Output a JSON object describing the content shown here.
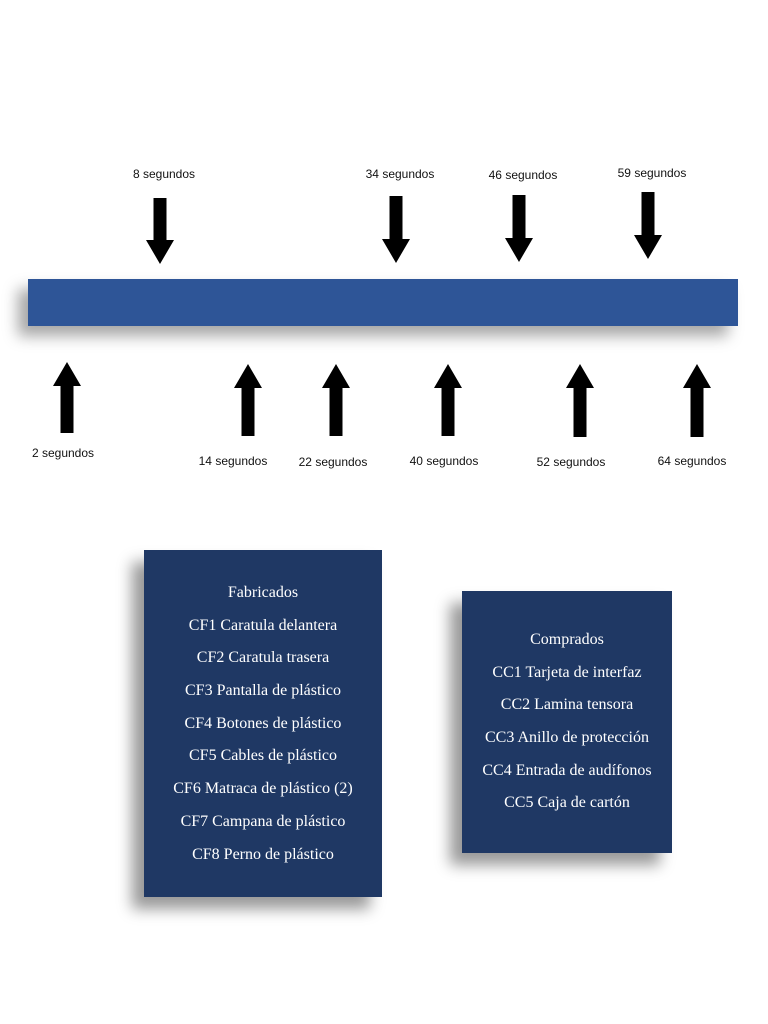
{
  "timeline": {
    "bar_color": "#2e5597",
    "arrows_down": [
      {
        "label": "8 segundos"
      },
      {
        "label": "34 segundos"
      },
      {
        "label": "46 segundos"
      },
      {
        "label": "59 segundos"
      }
    ],
    "arrows_up": [
      {
        "label": "2 segundos"
      },
      {
        "label": "14 segundos"
      },
      {
        "label": "22 segundos"
      },
      {
        "label": "40 segundos"
      },
      {
        "label": "52 segundos"
      },
      {
        "label": "64 segundos"
      }
    ]
  },
  "fabricados": {
    "title": "Fabricados",
    "items": [
      "CF1 Caratula delantera",
      "CF2 Caratula trasera",
      "CF3 Pantalla de plástico",
      "CF4 Botones de plástico",
      "CF5 Cables de plástico",
      "CF6 Matraca de plástico (2)",
      "CF7 Campana de plástico",
      "CF8 Perno de plástico"
    ]
  },
  "comprados": {
    "title": "Comprados",
    "items": [
      "CC1 Tarjeta de interfaz",
      "CC2 Lamina tensora",
      "CC3 Anillo de protección",
      "CC4 Entrada de audífonos",
      "CC5 Caja de cartón"
    ]
  },
  "colors": {
    "box_bg": "#1f3864",
    "arrow": "#000000"
  }
}
